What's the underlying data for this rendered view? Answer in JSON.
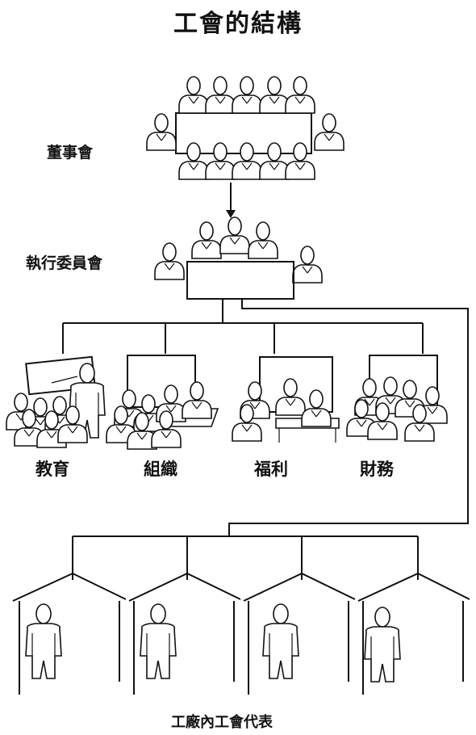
{
  "title": "工會的結構",
  "levels": {
    "board": "董事會",
    "executive_committee": "執行委員會"
  },
  "departments": [
    "教育",
    "組織",
    "福利",
    "財務"
  ],
  "factory_representatives": "工廠內工會代表"
}
